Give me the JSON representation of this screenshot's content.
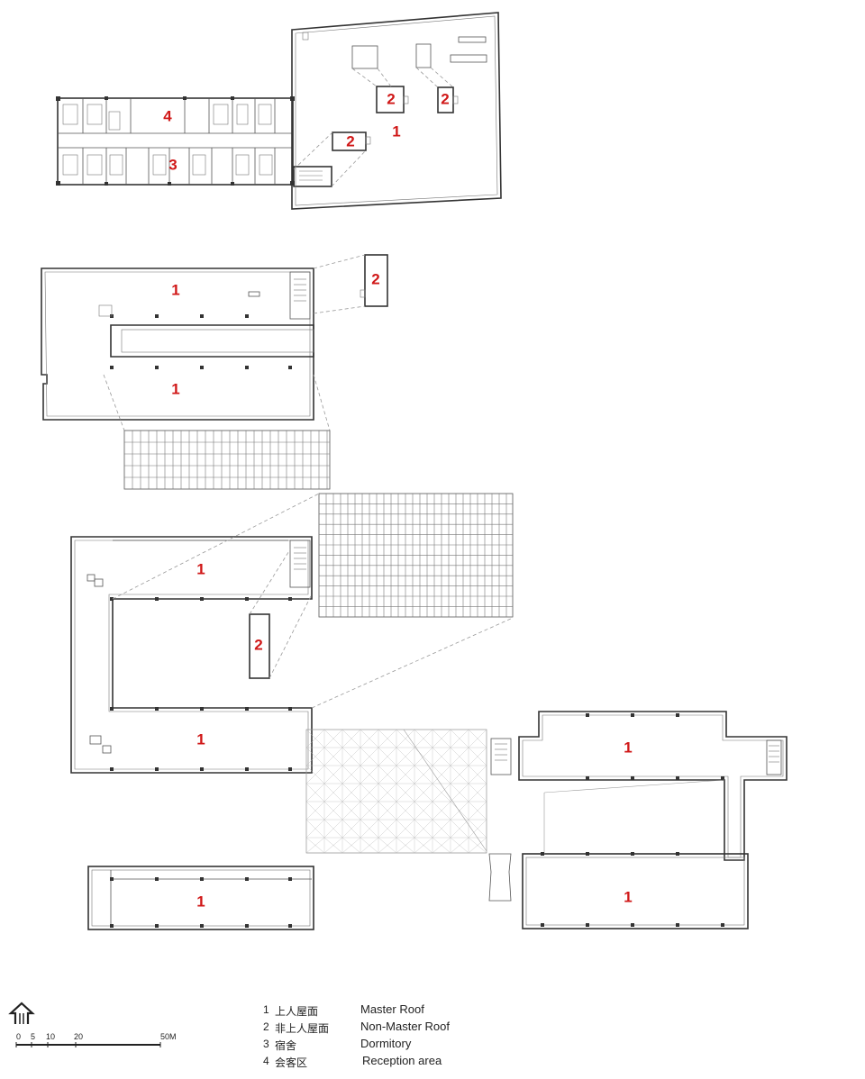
{
  "zone_labels": {
    "master_roof": "1",
    "non_master_roof": "2",
    "dormitory": "3",
    "reception": "4"
  },
  "colors": {
    "label_red": "#d01818",
    "line": "#333333"
  },
  "scale_bar": {
    "ticks": [
      "0",
      "5",
      "10",
      "20",
      "50M"
    ]
  },
  "legend": [
    {
      "num": "1",
      "cn": "上人屋面",
      "en": "Master Roof"
    },
    {
      "num": "2",
      "cn": "非上人屋面",
      "en": "Non-Master Roof"
    },
    {
      "num": "3",
      "cn": "宿舍",
      "en": "Dormitory"
    },
    {
      "num": "4",
      "cn": "会客区",
      "en": "Reception area"
    }
  ],
  "icons": {
    "north_arrow": "north-arrow-icon"
  }
}
